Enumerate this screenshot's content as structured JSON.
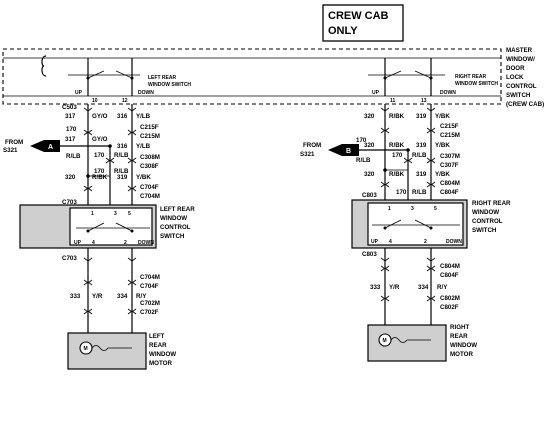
{
  "header": {
    "line1": "CREW CAB",
    "line2": "ONLY"
  },
  "master_switch": {
    "label_lines": [
      "MASTER",
      "WINDOW/",
      "DOOR",
      "LOCK",
      "CONTROL",
      "SWITCH",
      "(CREW CAB)"
    ],
    "left_sub": {
      "line1": "LEFT REAR",
      "line2": "WINDOW SWITCH",
      "up": "UP",
      "down": "DOWN",
      "pin_a": "10",
      "pin_b": "12"
    },
    "right_sub": {
      "line1": "RIGHT REAR",
      "line2": "WINDOW SWITCH",
      "up": "UP",
      "down": "DOWN",
      "pin_a": "11",
      "pin_b": "13"
    }
  },
  "left": {
    "c_top": "C503",
    "w1": {
      "num": "317",
      "color": "GY/O"
    },
    "w2": {
      "num": "316",
      "color": "Y/LB"
    },
    "c2": [
      "C215F",
      "C215M"
    ],
    "w3": {
      "num": "317",
      "color": "GY/O"
    },
    "w4": {
      "num": "316",
      "color": "Y/LB"
    },
    "from": {
      "letter": "A",
      "line1": "FROM",
      "line2": "S321"
    },
    "feed": {
      "num": "170",
      "color": "R/LB"
    },
    "c3": [
      "C308M",
      "C308F"
    ],
    "w5": {
      "num": "170",
      "color": "R/LB"
    },
    "w6": {
      "num": "170",
      "color": "R/LB"
    },
    "w7": {
      "num": "320",
      "color": "R/BK"
    },
    "w8": {
      "num": "319",
      "color": "Y/BK"
    },
    "c4": [
      "C704F",
      "C704M"
    ],
    "c_sw": "C703",
    "switch": {
      "label_lines": [
        "LEFT REAR",
        "WINDOW",
        "CONTROL",
        "SWITCH"
      ],
      "pins_top": [
        "1",
        "3",
        "5"
      ],
      "up": "UP",
      "down": "DOWN",
      "pin_b1": "4",
      "pin_b2": "2"
    },
    "c_sw_bottom": "C703",
    "c5": [
      "C704M",
      "C704F"
    ],
    "w9": {
      "num": "333",
      "color": "Y/R"
    },
    "w10": {
      "num": "334",
      "color": "R/Y"
    },
    "c6": [
      "C702M",
      "C702F"
    ],
    "motor": {
      "symbol": "M",
      "label_lines": [
        "LEFT",
        "REAR",
        "WINDOW",
        "MOTOR"
      ]
    }
  },
  "right": {
    "w1": {
      "num": "320",
      "color": "R/BK"
    },
    "w2": {
      "num": "319",
      "color": "Y/BK"
    },
    "c2": [
      "C215F",
      "C215M"
    ],
    "w3": {
      "num": "320",
      "color": "R/BK"
    },
    "w4": {
      "num": "319",
      "color": "Y/BK"
    },
    "from": {
      "letter": "B",
      "line1": "FROM",
      "line2": "S321"
    },
    "feed": {
      "num": "170",
      "color": "R/LB"
    },
    "c3": [
      "C307M",
      "C307F"
    ],
    "w5": {
      "num": "170",
      "color": "R/LB"
    },
    "w7": {
      "num": "320",
      "color": "R/BK"
    },
    "w8": {
      "num": "319",
      "color": "Y/BK"
    },
    "c4": [
      "C804M",
      "C804F"
    ],
    "c_sw": "C803",
    "w6": {
      "num": "170",
      "color": "R/LB"
    },
    "switch": {
      "label_lines": [
        "RIGHT REAR",
        "WINDOW",
        "CONTROL",
        "SWITCH"
      ],
      "pins_top": [
        "1",
        "3",
        "5"
      ],
      "up": "UP",
      "down": "DOWN",
      "pin_b1": "4",
      "pin_b2": "2"
    },
    "c_sw_bottom": "C803",
    "c5": [
      "C804M",
      "C804F"
    ],
    "w9": {
      "num": "333",
      "color": "Y/R"
    },
    "w10": {
      "num": "334",
      "color": "R/Y"
    },
    "c6": [
      "C802M",
      "C802F"
    ],
    "motor": {
      "symbol": "M",
      "label_lines": [
        "RIGHT",
        "REAR",
        "WINDOW",
        "MOTOR"
      ]
    }
  }
}
